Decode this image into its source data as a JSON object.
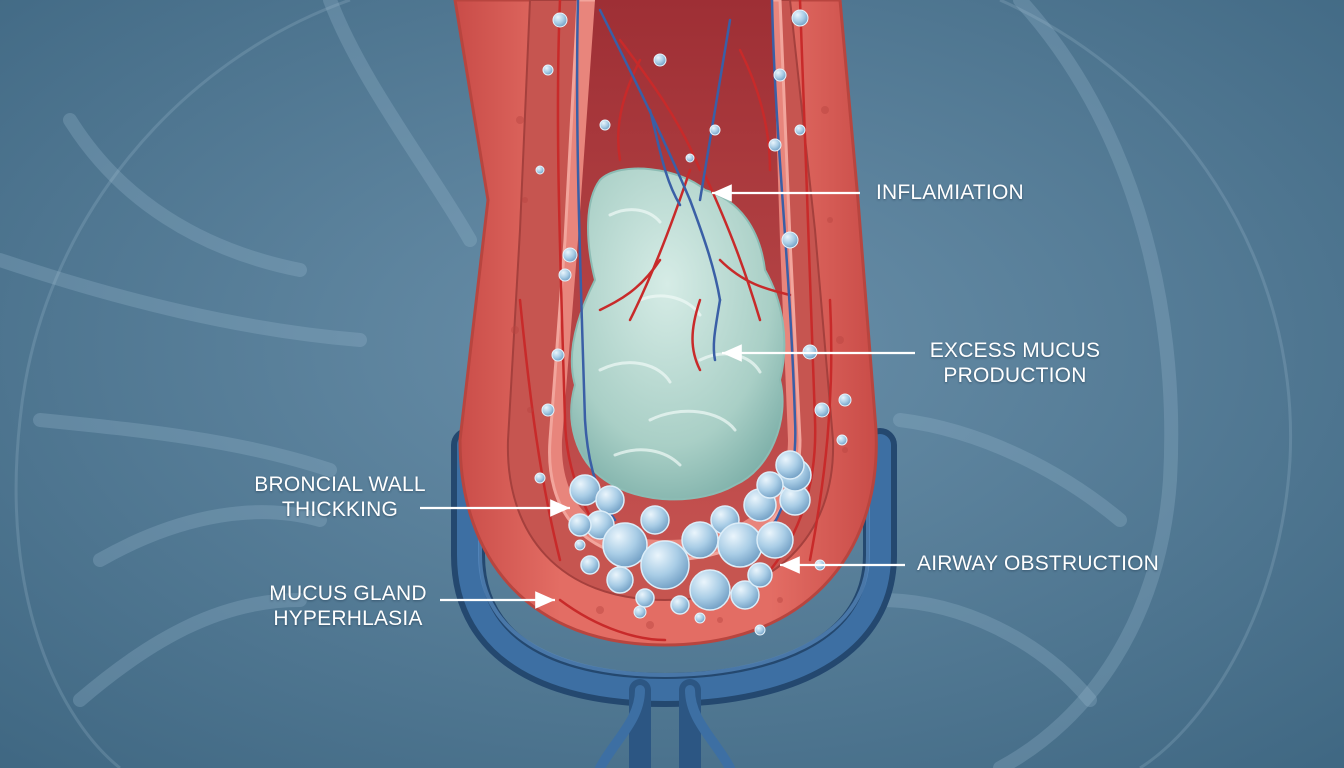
{
  "diagram": {
    "labels": {
      "inflammation": {
        "lines": [
          "INFLAMIATION"
        ]
      },
      "excess_mucus": {
        "lines": [
          "EXCESS MUCUS",
          "PRODUCTION"
        ]
      },
      "wall_thickening": {
        "lines": [
          "BRONCIAL WALL",
          "THICKKING"
        ]
      },
      "airway_obstruction": {
        "lines": [
          "AIRWAY OBSTRUCTION"
        ]
      },
      "gland_hyperplasia": {
        "lines": [
          "MUCUS GLAND",
          "HYPERHLASIA"
        ]
      }
    },
    "colors": {
      "background": "#4f7792",
      "outer_wall": "#d8605a",
      "inner_wall": "#c8524c",
      "lumen": "#a83a3e",
      "mucus": "#b4d7d0",
      "cartilage": "#2e5a88",
      "bubbles": "#a9cfe6",
      "artery": "#c82a2a",
      "vein": "#3a5fa6",
      "arrow": "#ffffff"
    }
  }
}
